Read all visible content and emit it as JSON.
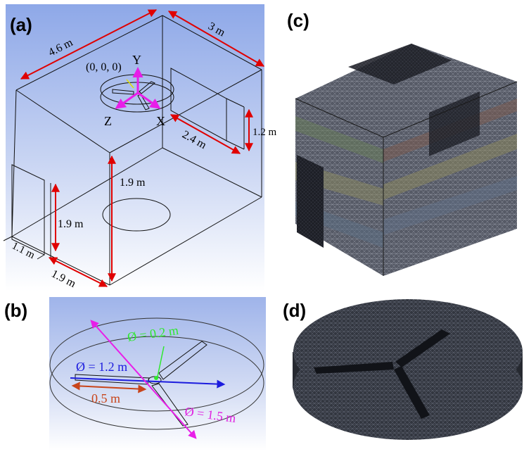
{
  "panels": {
    "a": {
      "tag": "(a)",
      "dims": {
        "length": "4.6 m",
        "width": "3 m",
        "height": "1.9 m",
        "window_height": "1.2 m",
        "window_width": "2.4 m",
        "door_height": "1.9 m",
        "door_width": "1.1 m",
        "door_offset": "1.9 m"
      },
      "origin": "(0, 0, 0)",
      "axes": {
        "y": "Y",
        "z": "Z",
        "x": "X"
      }
    },
    "b": {
      "tag": "(b)",
      "dims": {
        "hub_diameter": "Ø = 0.2 m",
        "blade_diameter": "Ø = 1.2 m",
        "blade_length": "0.5 m",
        "domain_diameter": "Ø = 1.5 m"
      }
    },
    "c": {
      "tag": "(c)"
    },
    "d": {
      "tag": "(d)"
    }
  },
  "colors": {
    "dimension_red": "#e00000",
    "axis_magenta": "#e81ee8",
    "green": "#2fe82f",
    "blue": "#1c1cde",
    "orange": "#c8441a",
    "magenta_text": "#e020e0",
    "bg_blue": "#b9c8ef",
    "mesh_dark": "#2a2d36"
  }
}
